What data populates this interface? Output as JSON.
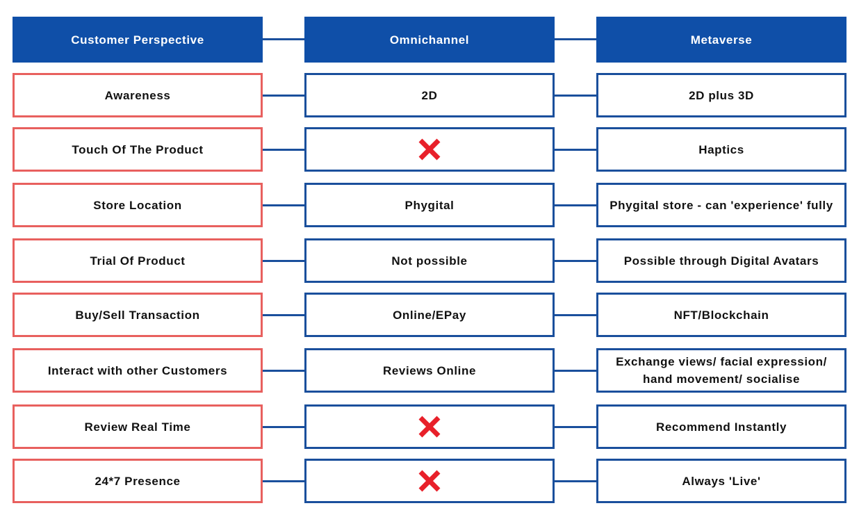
{
  "headers": {
    "customer": "Customer Perspective",
    "omnichannel": "Omnichannel",
    "metaverse": "Metaverse"
  },
  "rows": [
    {
      "customer": "Awareness",
      "omnichannel": "2D",
      "metaverse": "2D plus 3D",
      "omnichannel_cross": false
    },
    {
      "customer": "Touch Of The Product",
      "omnichannel": "",
      "metaverse": "Haptics",
      "omnichannel_cross": true
    },
    {
      "customer": "Store Location",
      "omnichannel": "Phygital",
      "metaverse": "Phygital store - can 'experience' fully",
      "omnichannel_cross": false
    },
    {
      "customer": "Trial Of Product",
      "omnichannel": "Not possible",
      "metaverse": "Possible through Digital Avatars",
      "omnichannel_cross": false
    },
    {
      "customer": "Buy/Sell Transaction",
      "omnichannel": "Online/EPay",
      "metaverse": "NFT/Blockchain",
      "omnichannel_cross": false
    },
    {
      "customer": "Interact with other Customers",
      "omnichannel": "Reviews Online",
      "metaverse": "Exchange views/ facial expression/ hand movement/ socialise",
      "omnichannel_cross": false
    },
    {
      "customer": "Review Real Time",
      "omnichannel": "",
      "metaverse": "Recommend Instantly",
      "omnichannel_cross": true
    },
    {
      "customer": "24*7 Presence",
      "omnichannel": "",
      "metaverse": "Always 'Live'",
      "omnichannel_cross": true
    }
  ],
  "icons": {
    "cross": "cross-icon"
  },
  "colors": {
    "header_bg": "#0f4fa8",
    "customer_border": "#e8605e",
    "omni_meta_border": "#1a4f9c",
    "cross": "#e8202a"
  }
}
